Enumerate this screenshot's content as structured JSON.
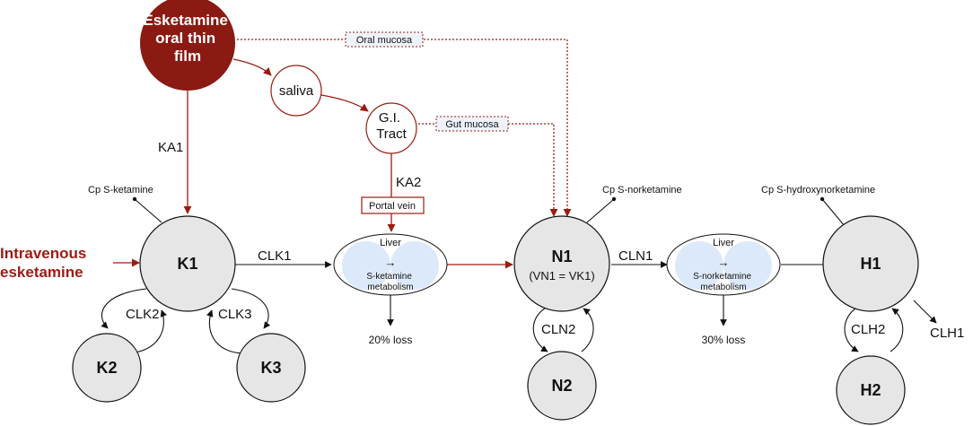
{
  "source": {
    "oral_film_lines": [
      "Esketamine",
      "oral thin",
      "film"
    ],
    "iv_lines": [
      "Intravenous",
      "esketamine"
    ]
  },
  "intermediates": {
    "saliva": "saliva",
    "gi_lines": [
      "G.I.",
      "Tract"
    ],
    "portal_vein": "Portal vein",
    "oral_mucosa": "Oral mucosa",
    "gut_mucosa": "Gut mucosa"
  },
  "compartments": {
    "k1": "K1",
    "k2": "K2",
    "k3": "K3",
    "n1": "N1",
    "n1_sub": "(VN1 = VK1)",
    "n2": "N2",
    "h1": "H1",
    "h2": "H2"
  },
  "observations": {
    "cp_k": "Cp S-ketamine",
    "cp_n": "Cp S-norketamine",
    "cp_h": "Cp S-hydroxynorketamine"
  },
  "liver": {
    "title": "Liver",
    "metab1_lines": [
      "S-ketamine",
      "metabolism"
    ],
    "metab2_lines": [
      "S-norketamine",
      "metabolism"
    ],
    "loss1": "20% loss",
    "loss2": "30% loss"
  },
  "edges": {
    "ka1": "KA1",
    "ka2": "KA2",
    "clk1": "CLK1",
    "clk2": "CLK2",
    "clk3": "CLK3",
    "cln1": "CLN1",
    "cln2": "CLN2",
    "clh1": "CLH1",
    "clh2": "CLH2"
  },
  "colors": {
    "route_red": "#9b1c12",
    "compartment_fill": "#e6e6e6",
    "liver_lobe": "#dce9fa",
    "mucosa_fill": "#eef3fb"
  }
}
